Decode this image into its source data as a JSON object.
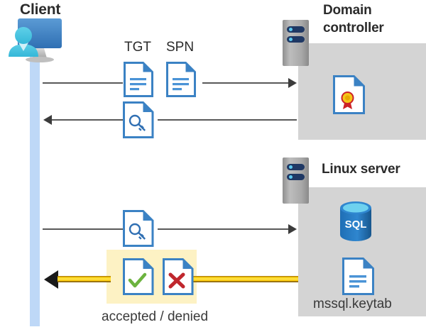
{
  "diagram": {
    "title": "Kerberos authentication flow between Client, Domain controller and Linux server",
    "colors": {
      "lifeline": "#bed8f7",
      "panel_gray": "#d4d4d4",
      "arrow_gray": "#595959",
      "highlight_yellow": "#fdf2c4",
      "yellow_arrow": "#ffd400",
      "doc_blue": "#3b82c4",
      "sql_blue": "#1f6fb5",
      "check_green": "#6cb33f",
      "cross_red": "#c0272d",
      "seal_gold": "#f5c518",
      "ribbon_red": "#cc2127",
      "rack_navy": "#1f3864",
      "rack_cyan": "#5bc8ef"
    }
  },
  "client": {
    "title": "Client",
    "icon": "user-at-monitor-icon"
  },
  "domain_controller": {
    "title": "Domain\ncontroller",
    "title_line1": "Domain",
    "title_line2": "controller",
    "rack_icon": "server-rack-icon",
    "contents": [
      {
        "icon": "certificate-document-icon",
        "label": ""
      }
    ]
  },
  "linux_server": {
    "title": "Linux server",
    "rack_icon": "server-rack-icon",
    "contents": [
      {
        "icon": "sql-database-icon",
        "label": "SQL"
      },
      {
        "icon": "keytab-document-icon",
        "label": "mssql.keytab"
      }
    ],
    "keytab_label": "mssql.keytab",
    "sql_label": "SQL"
  },
  "messages": [
    {
      "id": "msg-1",
      "direction": "client-to-dc",
      "labels": [
        "TGT",
        "SPN"
      ],
      "icons": [
        "document-icon",
        "document-icon"
      ],
      "arrow": "gray"
    },
    {
      "id": "msg-2",
      "direction": "dc-to-client",
      "labels": [],
      "icons": [
        "key-document-icon"
      ],
      "arrow": "gray"
    },
    {
      "id": "msg-3",
      "direction": "client-to-linux",
      "labels": [],
      "icons": [
        "key-document-icon"
      ],
      "arrow": "gray"
    },
    {
      "id": "msg-4",
      "direction": "linux-to-client",
      "labels": [
        "accepted / denied"
      ],
      "icons": [
        "accepted-document-icon",
        "denied-document-icon"
      ],
      "arrow": "yellow",
      "caption": "accepted / denied"
    }
  ],
  "labels": {
    "tgt": "TGT",
    "spn": "SPN",
    "accepted_denied": "accepted / denied"
  }
}
